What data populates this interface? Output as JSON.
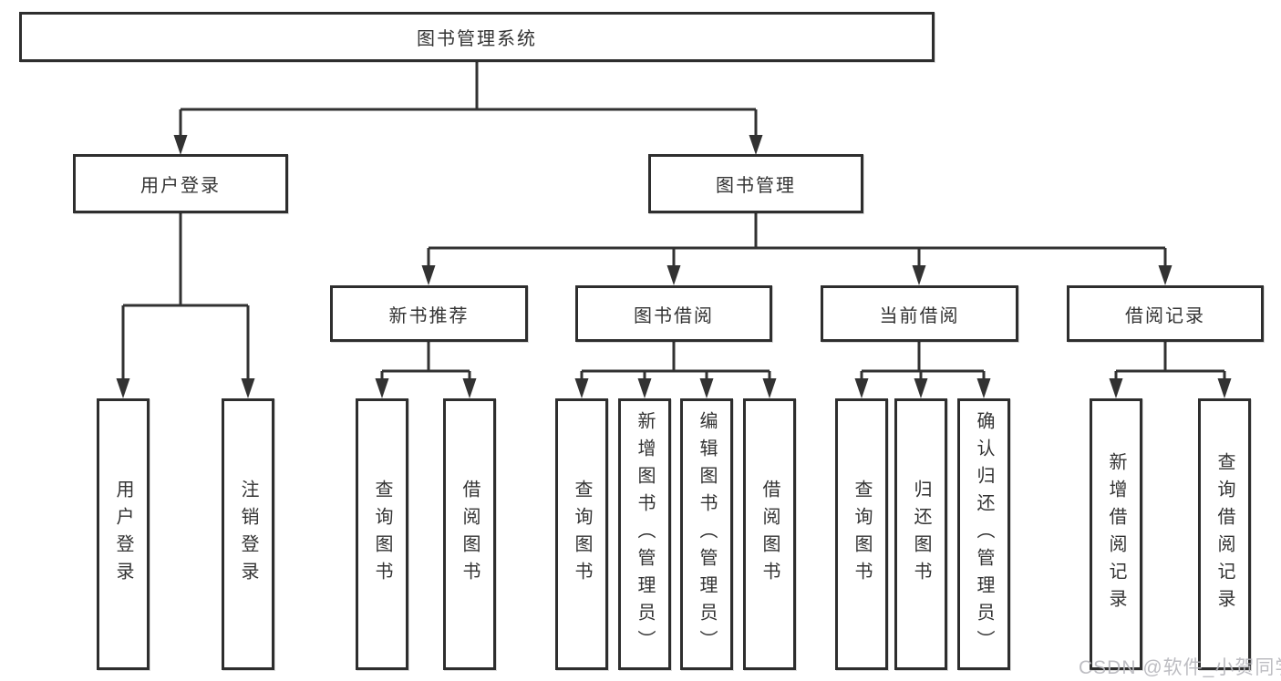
{
  "root": {
    "label": "图书管理系统"
  },
  "branches": {
    "user": {
      "label": "用户登录",
      "leaves": [
        "用户登录",
        "注销登录"
      ]
    },
    "book": {
      "label": "图书管理",
      "modules": [
        {
          "label": "新书推荐",
          "leaves": [
            "查询图书",
            "借阅图书"
          ]
        },
        {
          "label": "图书借阅",
          "leaves": [
            "查询图书",
            "新增图书（管理员）",
            "编辑图书（管理员）",
            "借阅图书"
          ]
        },
        {
          "label": "当前借阅",
          "leaves": [
            "查询图书",
            "归还图书",
            "确认归还（管理员）"
          ]
        },
        {
          "label": "借阅记录",
          "leaves": [
            "新增借阅记录",
            "查询借阅记录"
          ]
        }
      ]
    }
  },
  "watermark": "CSDN @软件_小贺同学",
  "colors": {
    "line": "#323232",
    "box_border": "#2e2e2e",
    "text": "#333333",
    "background": "#ffffff",
    "watermark": "#b7b7bd"
  }
}
